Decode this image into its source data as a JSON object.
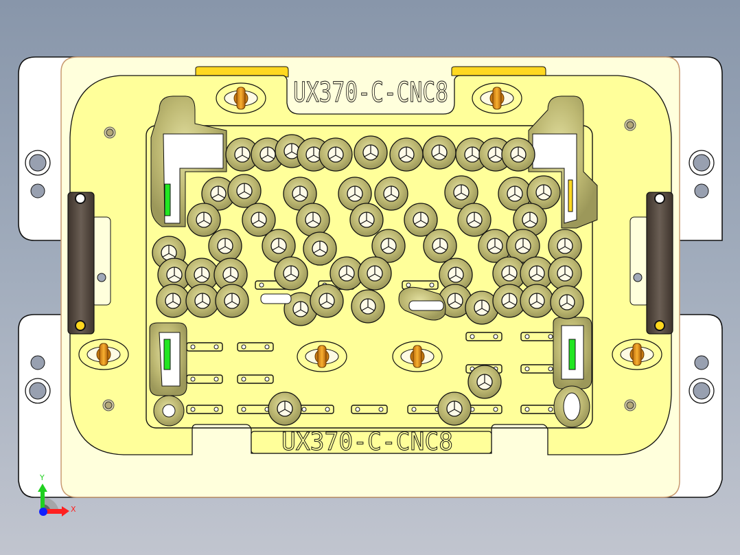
{
  "view": {
    "type": "CAD top view",
    "background_top": "#8896aa",
    "background_bottom": "#c1c5cf"
  },
  "fixture": {
    "part_number_top": "UX370-C-CNC8",
    "part_number_bottom": "UX370-C-CNC8",
    "colors": {
      "base_plate": "#ffffff",
      "top_plate": "#ffffdc",
      "inner_pocket": "#ffff9a",
      "nest_ring": "#b8b468",
      "handle": "#5a4e44",
      "clamp_knob": "#f0a020",
      "locator_pad": "#22e622",
      "tab_yellow": "#ffd820"
    }
  },
  "triad": {
    "x_label": "X",
    "y_label": "Y",
    "x_color": "#ff2020",
    "y_color": "#20d020",
    "z_color": "#1020ff"
  }
}
